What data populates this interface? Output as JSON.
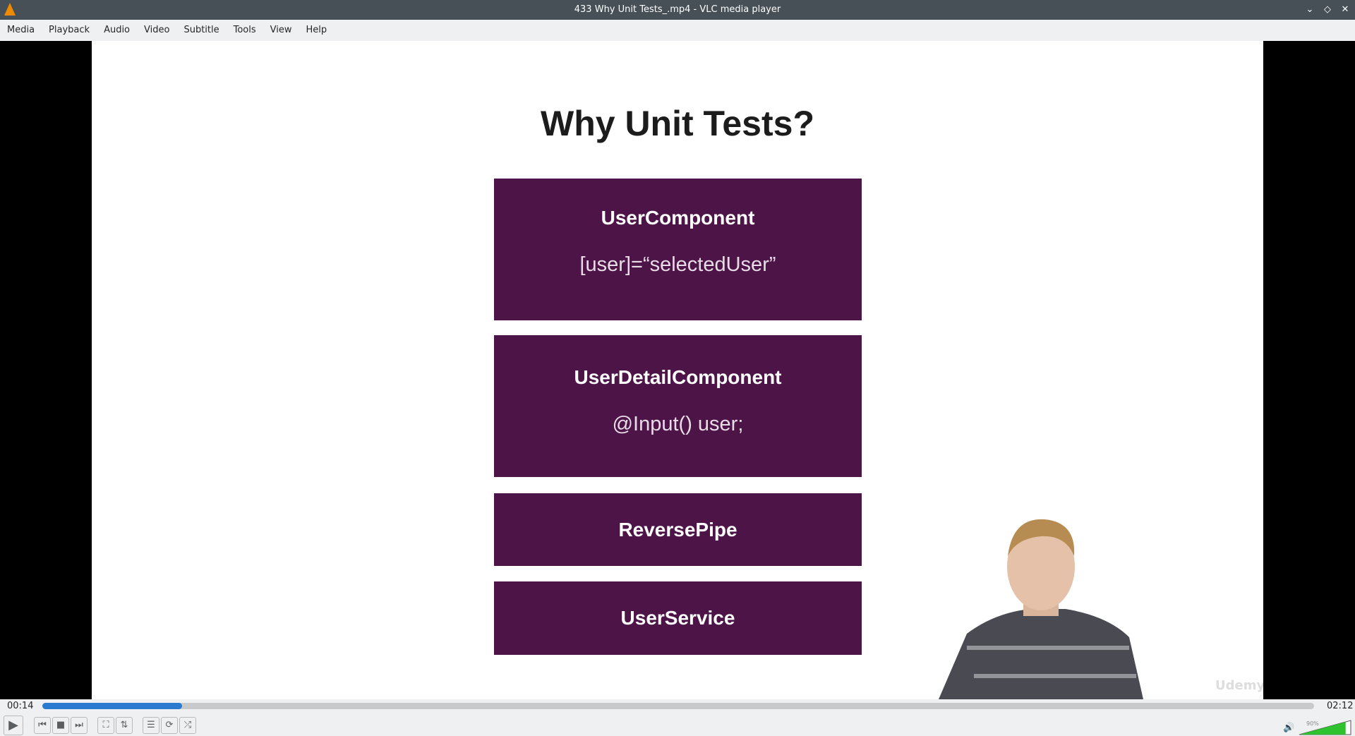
{
  "window": {
    "title": "433 Why Unit Tests_.mp4 - VLC media player"
  },
  "menu": [
    "Media",
    "Playback",
    "Audio",
    "Video",
    "Subtitle",
    "Tools",
    "View",
    "Help"
  ],
  "slide": {
    "title": "Why Unit Tests?",
    "boxes": [
      {
        "heading": "UserComponent",
        "sub": "[user]=“selectedUser”"
      },
      {
        "heading": "UserDetailComponent",
        "sub": "@Input() user;"
      },
      {
        "heading": "ReversePipe"
      },
      {
        "heading": "UserService"
      }
    ],
    "watermark": "Udemy"
  },
  "player": {
    "elapsed": "00:14",
    "total": "02:12",
    "progress_fraction": 0.11,
    "volume_label": "90%",
    "volume": 0.9,
    "accent": "#2a7bd0"
  }
}
